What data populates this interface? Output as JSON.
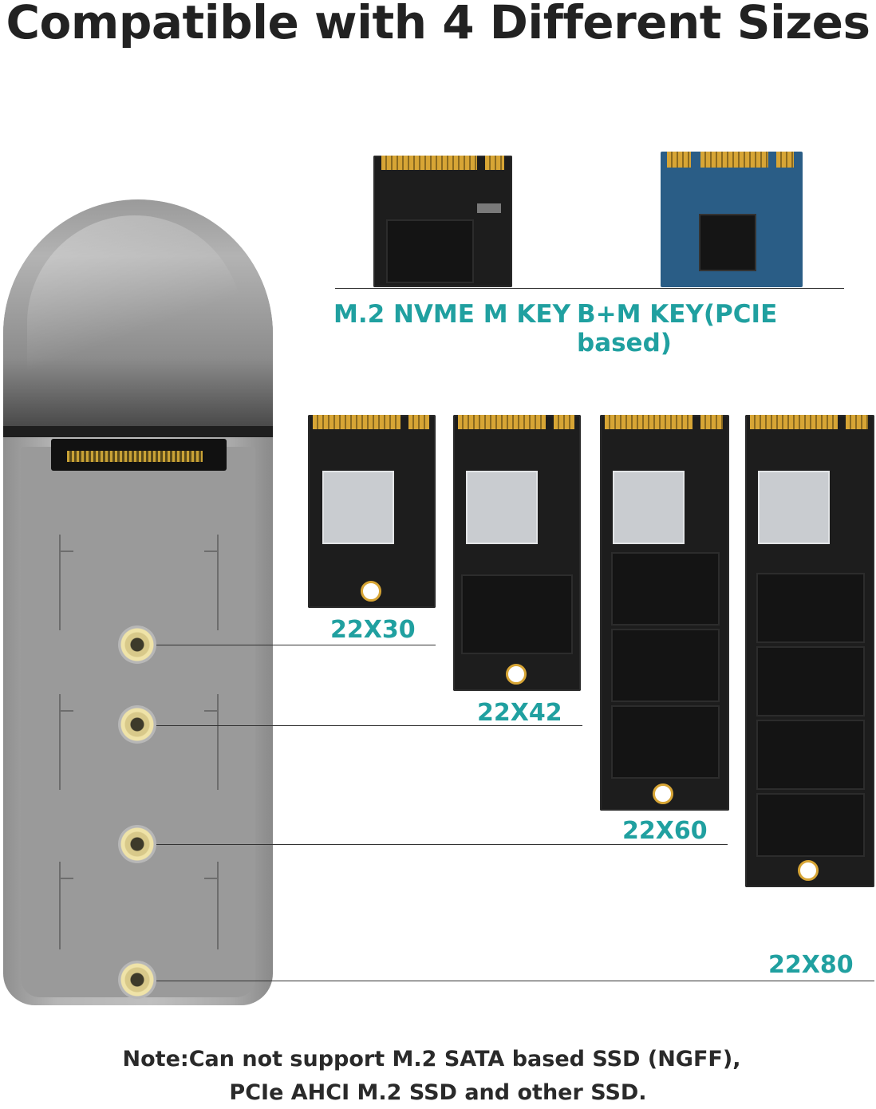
{
  "headline": "Compatible with 4 Different Sizes",
  "interfaces": [
    {
      "label": "M.2 NVME M KEY"
    },
    {
      "label": "B+M KEY(PCIE based)"
    }
  ],
  "sizes": [
    {
      "label": "22X30"
    },
    {
      "label": "22X42"
    },
    {
      "label": "22X60"
    },
    {
      "label": "22X80"
    }
  ],
  "note": {
    "line1": "Note:Can not support M.2 SATA based SSD (NGFF),",
    "line2": "PCIe AHCI M.2 SSD and other SSD."
  },
  "colors": {
    "accent": "#20a0a0",
    "headline": "#222222",
    "pcb_black": "#1d1d1d",
    "pcb_blue": "#2a5d86",
    "gold": "#d7a535"
  }
}
